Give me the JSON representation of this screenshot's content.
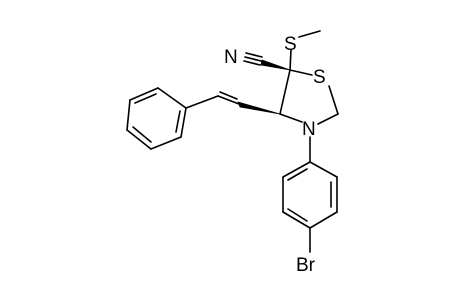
{
  "molecule": {
    "atoms": {
      "nitrile_N": "N",
      "ring_S": "S",
      "methylthio_S": "S",
      "ring_N": "N",
      "bromine": "Br"
    }
  },
  "colors": {
    "bond": "#000000",
    "text": "#000000",
    "background": "#ffffff"
  }
}
